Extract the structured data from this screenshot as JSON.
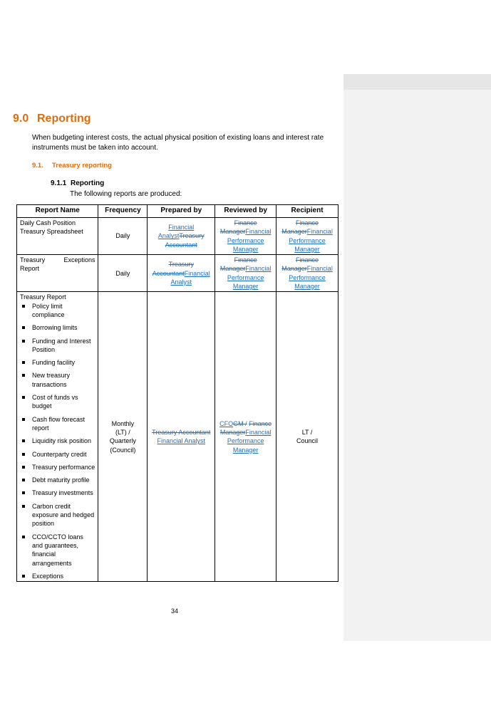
{
  "section": {
    "number": "9.0",
    "title": "Reporting"
  },
  "intro": "When budgeting interest costs, the actual physical position of existing loans and interest rate instruments must be taken into account.",
  "subsection": {
    "number": "9.1.",
    "title": "Treasury reporting"
  },
  "subsubsection": {
    "number": "9.1.1",
    "title": "Reporting"
  },
  "lead": "The following reports are produced:",
  "table": {
    "headers": [
      "Report Name",
      "Frequency",
      "Prepared by",
      "Reviewed by",
      "Recipient"
    ],
    "row1": {
      "name": "Daily Cash Position Treasury Spreadsheet",
      "frequency": "Daily",
      "prepared_ins": "Financial Analyst",
      "prepared_del": "Treasury Accountant",
      "reviewed_del": "Finance Manager",
      "reviewed_ins": "Financial Performance Manager",
      "recipient_del": "Finance Manager",
      "recipient_ins": "Financial Performance Manager"
    },
    "row2": {
      "name_a": "Treasury",
      "name_b": "Exceptions",
      "name_c": "Report",
      "frequency": "Daily",
      "prepared_del": "Treasury Accountant",
      "prepared_ins": "Financial Analyst",
      "reviewed_del": "Finance Manager",
      "reviewed_ins": "Financial Performance Manager",
      "recipient_del": "Finance Manager",
      "recipient_ins": "Financial Performance Manager"
    },
    "row3": {
      "name": "Treasury Report",
      "items": [
        "Policy limit compliance",
        "Borrowing limits",
        "Funding and Interest Position",
        "Funding facility",
        "New treasury transactions",
        "Cost of funds vs budget",
        "Cash flow forecast report",
        "Liquidity risk position",
        "Counterparty credit",
        "Treasury performance",
        "Debt maturity profile",
        "Treasury investments",
        "Carbon credit exposure and hedged position",
        "CCO/CCTO loans and guarantees, financial arrangements",
        "Exceptions"
      ],
      "frequency_1": "Monthly",
      "frequency_2": "(LT) /",
      "frequency_3": "Quarterly",
      "frequency_4": "(Council)",
      "prepared_del": "Treasury Accountant",
      "prepared_ins": "Financial Analyst",
      "reviewed_ins_a": "CFO",
      "reviewed_del_a": "GM /",
      "reviewed_del_b": "Finance Manager",
      "reviewed_ins_b": "Financial Performance Manager",
      "recipient_1": "LT /",
      "recipient_2": "Council"
    }
  },
  "page_number": "34"
}
